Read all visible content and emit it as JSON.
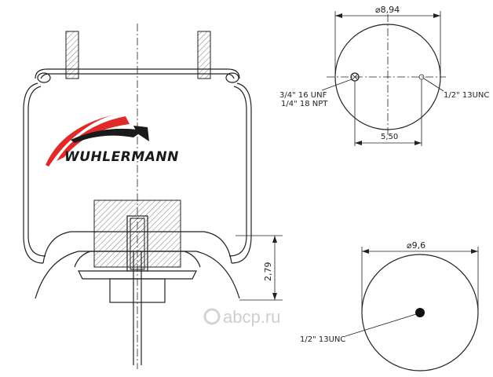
{
  "brand": {
    "name": "WUHLERMANN",
    "colors": {
      "red": "#e02a2a",
      "black": "#1a1a1a"
    }
  },
  "top_view": {
    "diameter_label": "⌀8,94",
    "hole_spacing_label": "5,50",
    "left_port_labels": [
      "3/4\" 16 UNF",
      "1/4\" 18 NPT"
    ],
    "right_port_label": "1/2\" 13UNC"
  },
  "bottom_view": {
    "diameter_label": "⌀9,6",
    "center_port_label": "1/2\" 13UNC"
  },
  "side_view": {
    "piston_height_label": "2,79"
  },
  "watermark": {
    "text": "abcp.ru"
  }
}
